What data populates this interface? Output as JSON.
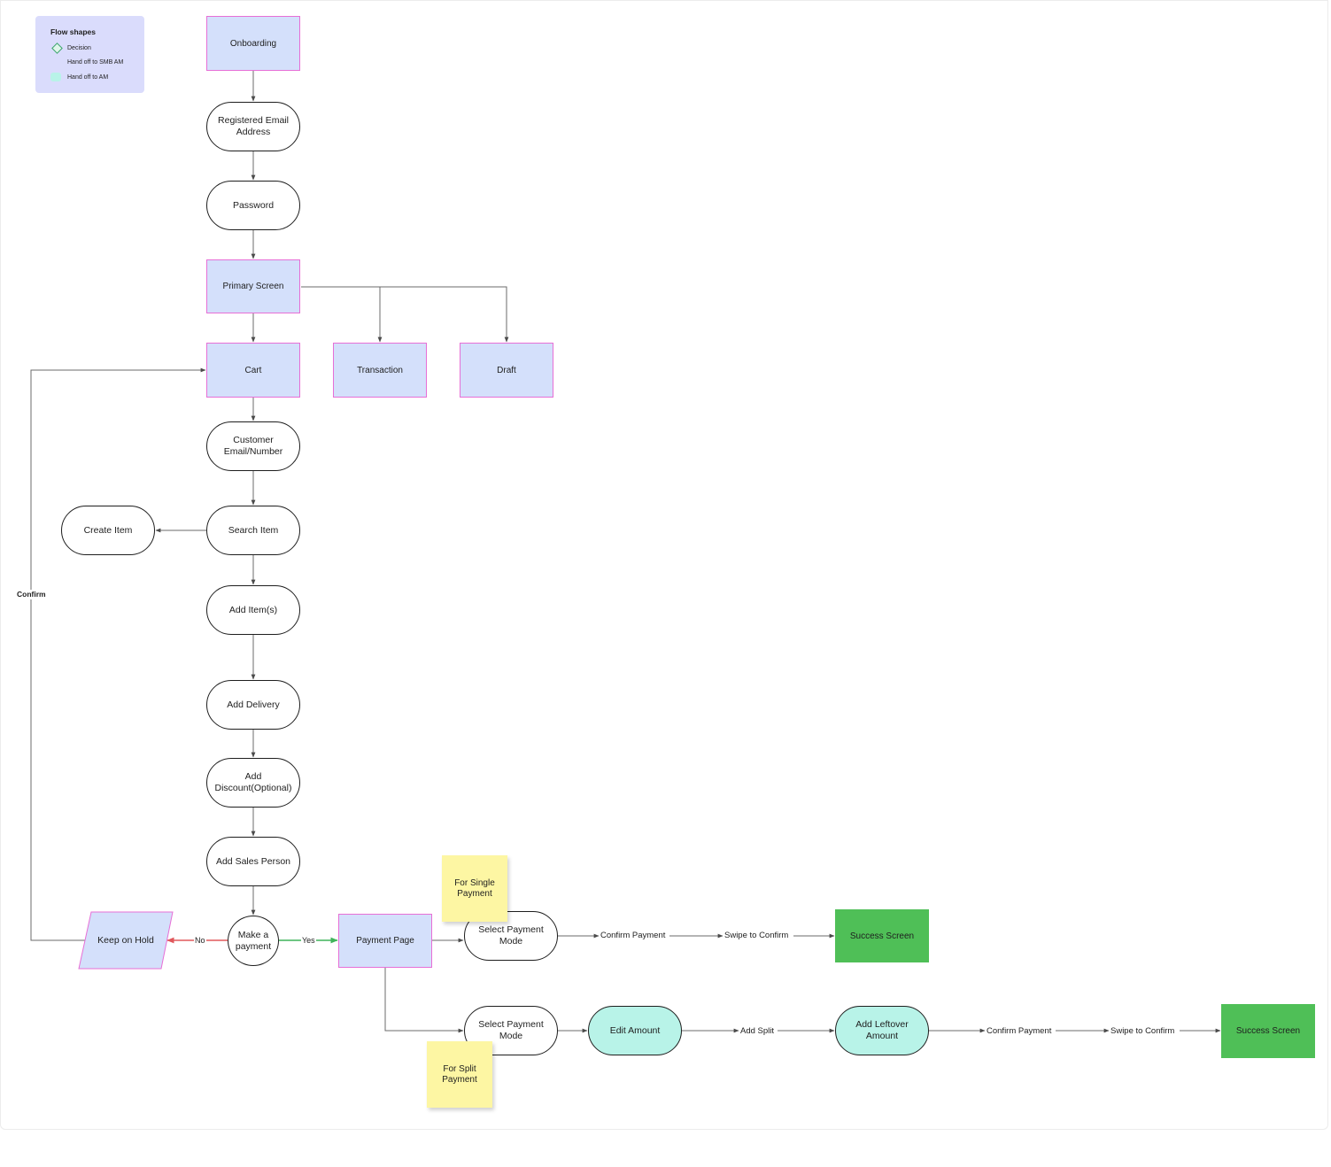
{
  "legend": {
    "title": "Flow shapes",
    "items": [
      {
        "label": "Decision",
        "icon": "diamond-icon"
      },
      {
        "label": "Hand off to SMB AM",
        "icon": ""
      },
      {
        "label": "Hand off to AM",
        "icon": "teal-swatch-icon"
      }
    ]
  },
  "nodes": {
    "onboarding": "Onboarding",
    "registered_email": "Registered Email Address",
    "password": "Password",
    "primary_screen": "Primary Screen",
    "cart": "Cart",
    "transaction": "Transaction",
    "draft": "Draft",
    "customer": "Customer Email/Number",
    "search_item": "Search Item",
    "create_item": "Create Item",
    "add_items": "Add Item(s)",
    "add_delivery": "Add Delivery",
    "add_discount": "Add Discount(Optional)",
    "add_sales_person": "Add Sales Person",
    "make_payment": "Make a payment",
    "keep_on_hold": "Keep on Hold",
    "payment_page": "Payment Page",
    "select_payment_mode_single": "Select Payment Mode",
    "select_payment_mode_split": "Select Payment Mode",
    "edit_amount": "Edit Amount",
    "add_leftover": "Add Leftover Amount",
    "success_single": "Success Screen",
    "success_split": "Success Screen"
  },
  "notes": {
    "single": "For Single Payment",
    "split": "For Split Payment"
  },
  "edge_labels": {
    "confirm": "Confirm",
    "no": "No",
    "yes": "Yes",
    "confirm_payment_single": "Confirm Payment",
    "swipe_single": "Swipe to Confirm",
    "add_split": "Add Split",
    "confirm_payment_split": "Confirm Payment",
    "swipe_split": "Swipe to Confirm"
  },
  "colors": {
    "screen_fill": "#d4e0fb",
    "screen_border": "#e76fd6",
    "success": "#4fbf57",
    "handoff_am": "#b8f3e8",
    "sticky": "#fdf6a3",
    "no_edge": "#e0585c",
    "yes_edge": "#3fb45a"
  }
}
